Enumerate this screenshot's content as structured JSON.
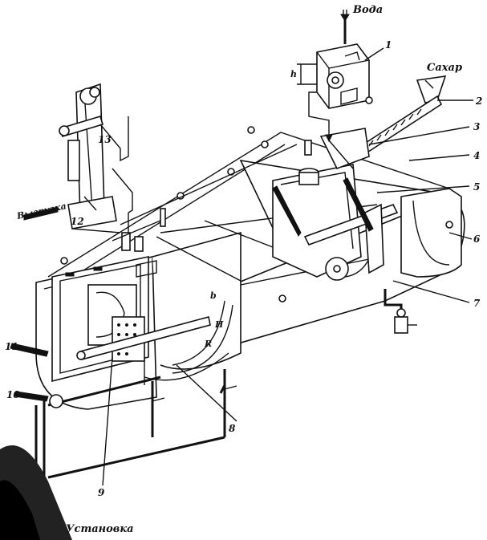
{
  "labels": {
    "water": "Вода",
    "sugar": "Сахар",
    "extract": "Выгрузка",
    "unit": "Установка"
  },
  "dimensions": {
    "h": "h",
    "H": "H",
    "b": "b",
    "R": "R"
  },
  "callouts": [
    "1",
    "2",
    "3",
    "4",
    "5",
    "6",
    "7",
    "8",
    "9",
    "10",
    "11",
    "12",
    "13"
  ]
}
